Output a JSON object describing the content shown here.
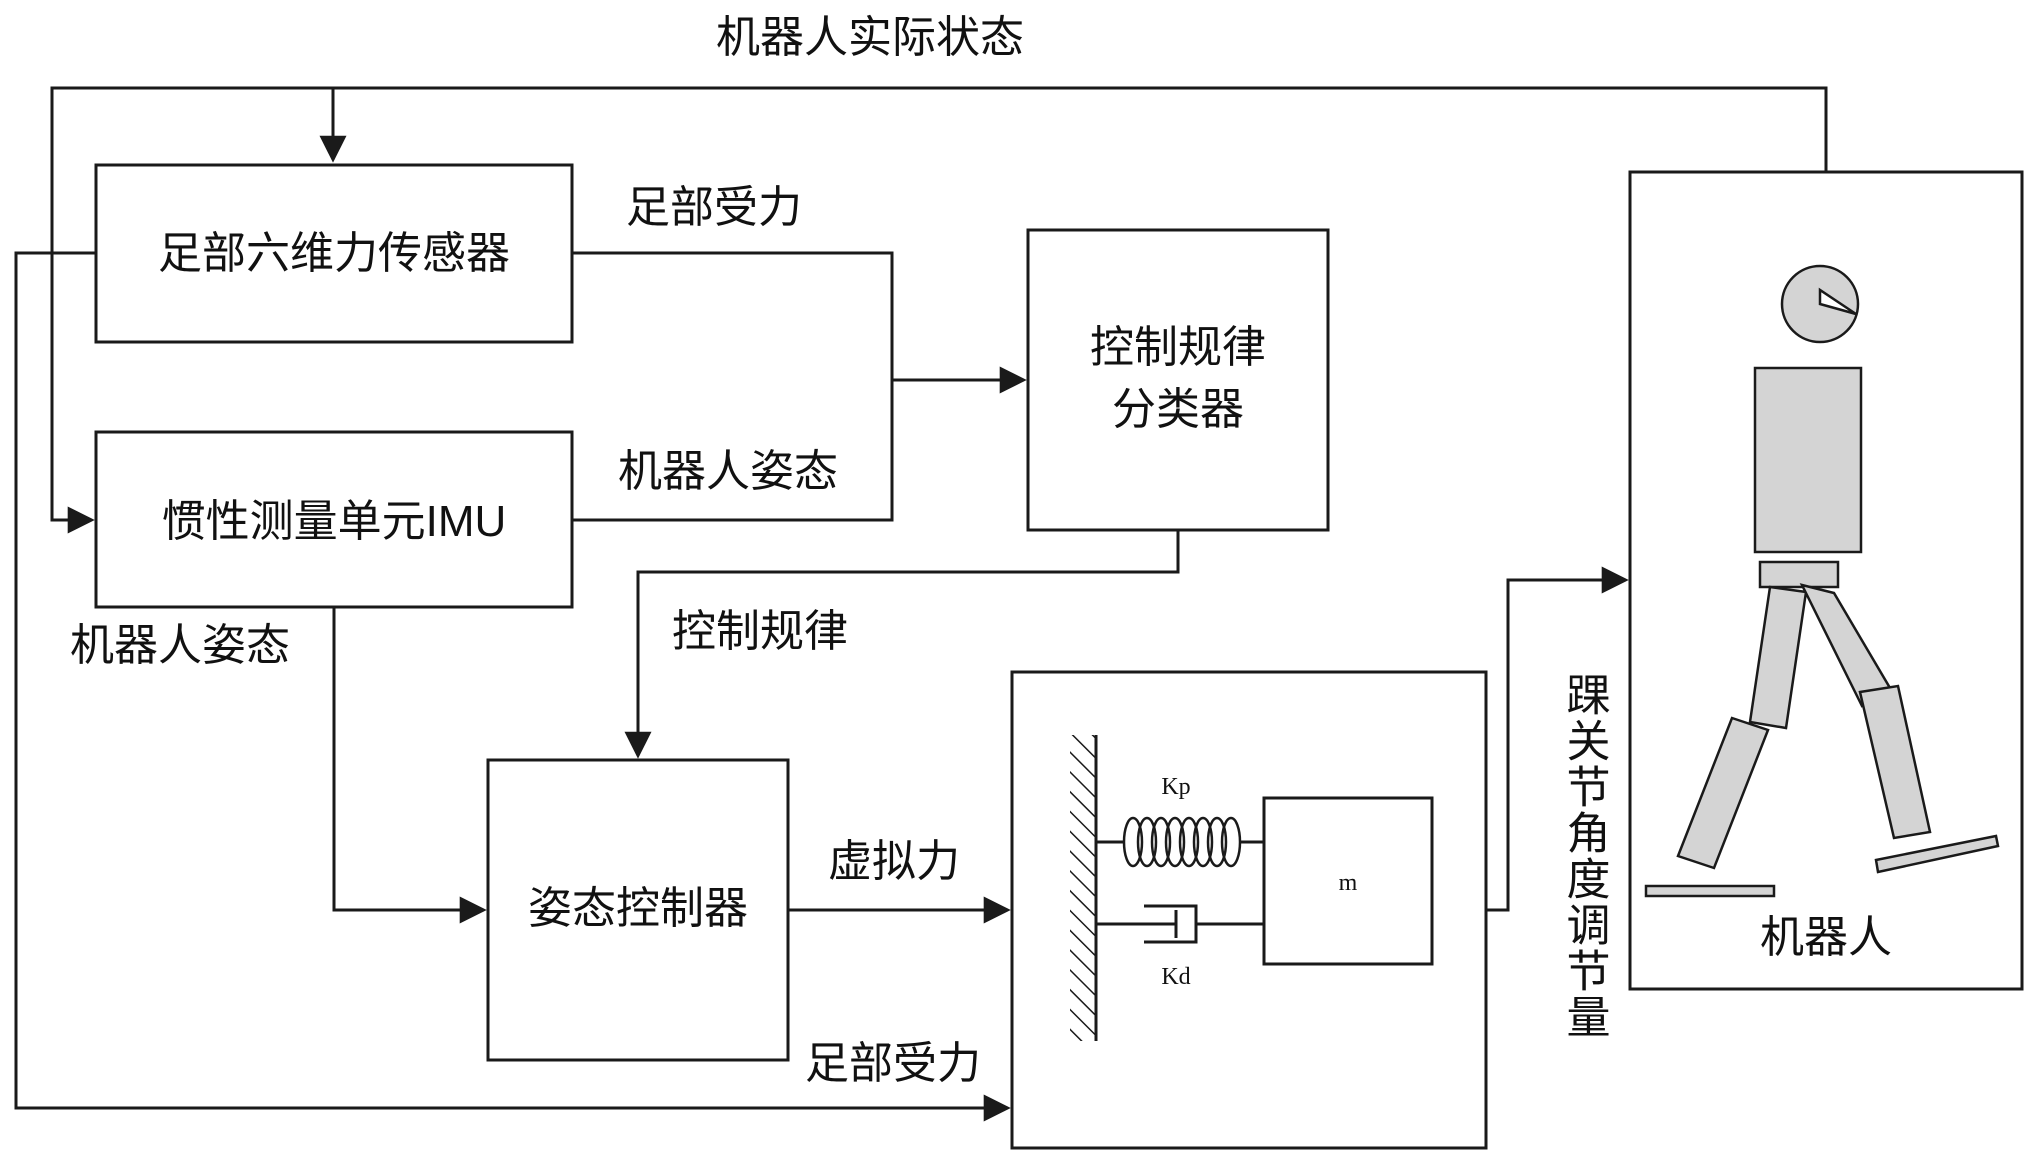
{
  "labels": {
    "actual_state": "机器人实际状态",
    "foot_force_top": "足部受力",
    "robot_pose_right": "机器人姿态",
    "robot_pose_left": "机器人姿态",
    "control_law": "控制规律",
    "virtual_force": "虚拟力",
    "foot_force_bottom": "足部受力",
    "ankle_adjust": "踝关节角度调节量"
  },
  "blocks": {
    "force_sensor": "足部六维力传感器",
    "imu": "惯性测量单元IMU",
    "classifier_line1": "控制规律",
    "classifier_line2": "分类器",
    "pose_controller": "姿态控制器",
    "robot": "机器人"
  },
  "model": {
    "spring_label": "Kp",
    "damper_label": "Kd",
    "mass_label": "m"
  }
}
